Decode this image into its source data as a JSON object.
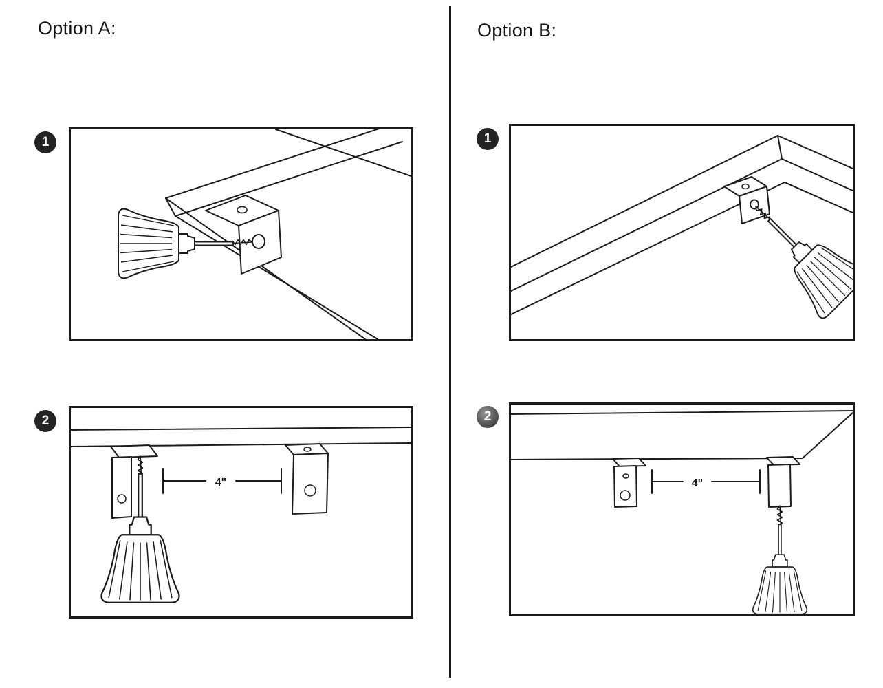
{
  "options": {
    "a": {
      "label": "Option A:",
      "steps": [
        {
          "number": "1",
          "illustration": "drill-driving-screw-into-l-bracket-at-table-corner"
        },
        {
          "number": "2",
          "illustration": "two-l-brackets-under-surface-drill-from-below",
          "dimension_label": "4\""
        }
      ]
    },
    "b": {
      "label": "Option B:",
      "steps": [
        {
          "number": "1",
          "illustration": "drill-driving-screw-into-l-bracket-under-table-edge",
          "dimension_label": ""
        },
        {
          "number": "2",
          "illustration": "two-l-brackets-under-ceiling-drill-from-below",
          "dimension_label": "4\""
        }
      ]
    }
  },
  "icons": {
    "step_badge": "numbered-circle",
    "drill": "power-drill",
    "screw": "screw",
    "bracket": "l-bracket"
  },
  "colors": {
    "line": "#1b1b1b",
    "badge_bg": "#242424",
    "badge_text": "#ffffff",
    "background": "#ffffff"
  }
}
